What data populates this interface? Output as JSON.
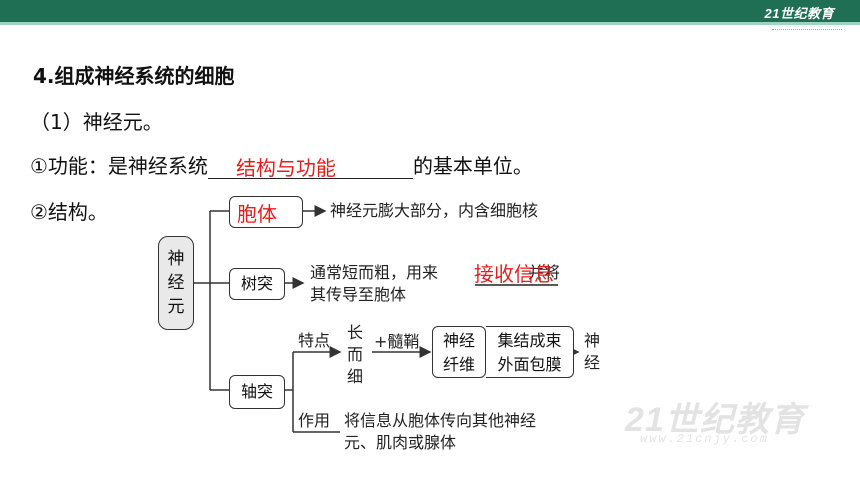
{
  "header": {
    "logo_text": "21世纪教育",
    "watermark_text": "21世纪教育",
    "watermark_url": "www.21cnjy.com"
  },
  "heading": "4.组成神经系统的细胞",
  "item1": "（1）神经元。",
  "item2": {
    "prefix": "①功能：是神经系统",
    "answer": "结构与功能",
    "suffix": "的基本单位。"
  },
  "item3": "②结构。",
  "diagram": {
    "root": "神经元",
    "body": {
      "label": "",
      "answer": "胞体",
      "desc": "神经元膨大部分，内含细胞核"
    },
    "dendrite": {
      "label": "树突",
      "desc_line1": "通常短而粗，用来",
      "answer": "接收信息",
      "desc_line1_end": "并将",
      "desc_line2": "其传导至胞体"
    },
    "axon": {
      "label": "轴突",
      "feature_label": "特点",
      "feature_value": "长而细",
      "plus_sheath": "+髓鞘",
      "fiber": "神经纤维",
      "bundle_line1": "集结成束",
      "bundle_line2": "外面包膜",
      "nerve": "神经",
      "function_label": "作用",
      "function_line1": "将信息从胞体传向其他神经",
      "function_line2": "元、肌肉或腺体"
    }
  },
  "colors": {
    "answer": "#e21f1f",
    "topbar": "#1f6f55"
  }
}
